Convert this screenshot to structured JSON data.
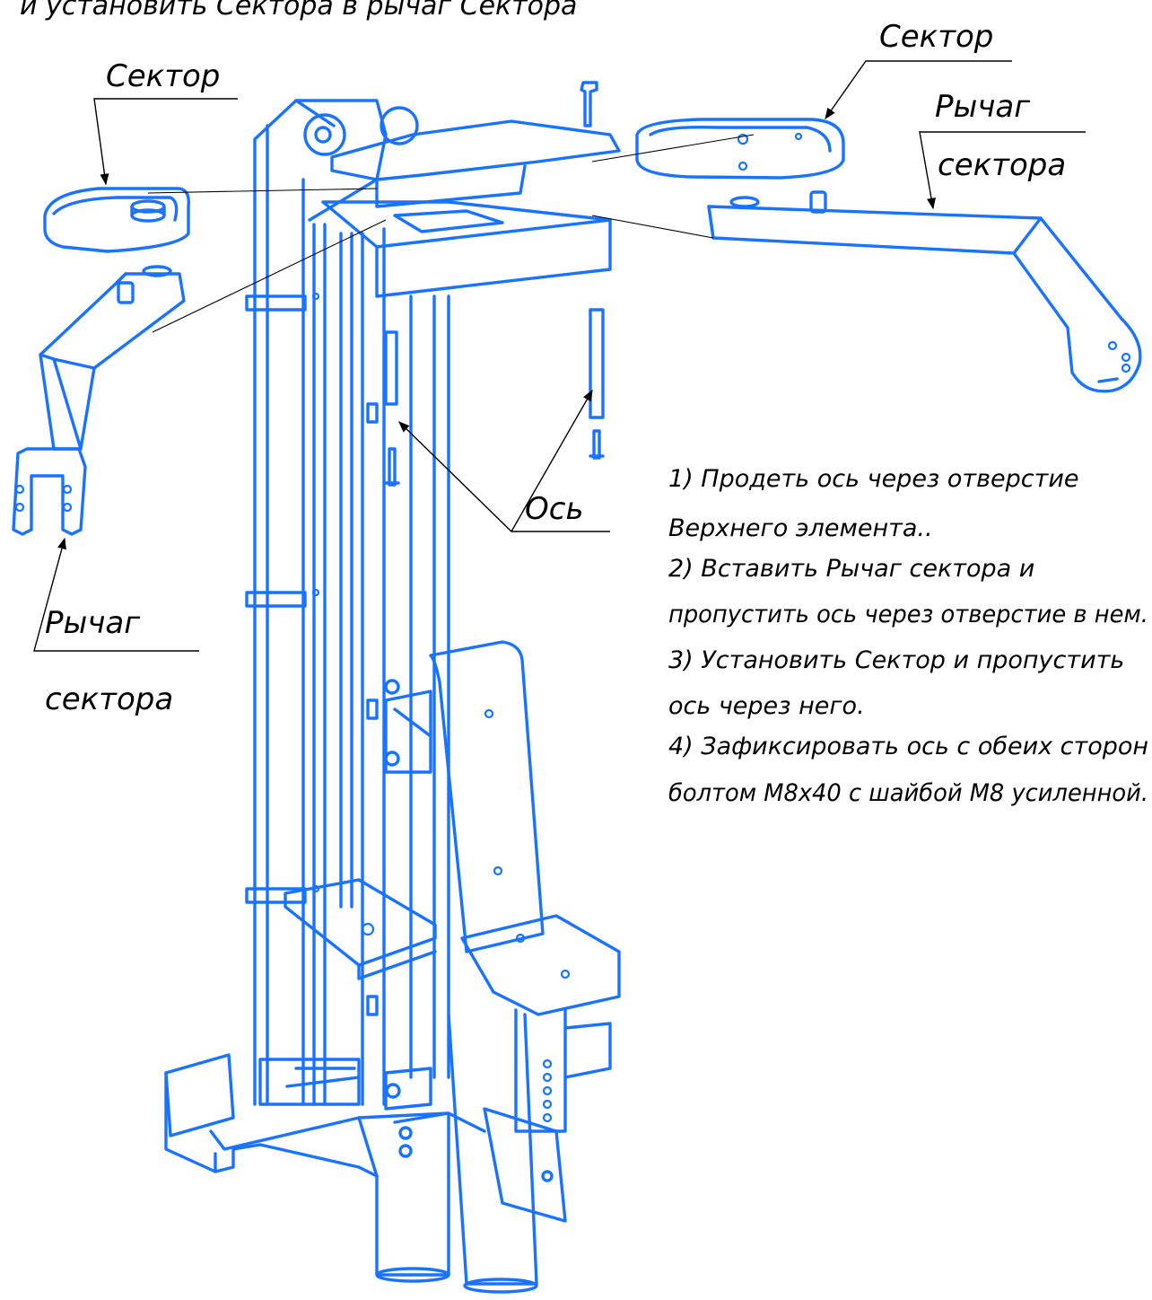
{
  "title": "и установить Сектора в рычаг Сектора",
  "labels": {
    "sector_left": "Сектор",
    "sector_right": "Сектор",
    "lever_right_line1": "Рычаг",
    "lever_right_line2": "сектора",
    "lever_left_line1": "Рычаг",
    "lever_left_line2": "сектора",
    "axle": "Ось"
  },
  "instructions": [
    "1) Продеть ось через отверстие",
    "Верхнего элемента..",
    "2) Вставить Рычаг сектора и",
    "пропустить ось через отверстие в нем.",
    "3) Установить Сектор и пропустить",
    "ось через него.",
    "4) Зафиксировать ось с обеих сторон",
    "болтом М8х40 с шайбой М8 усиленной."
  ],
  "colors": {
    "line": "#1a73ff",
    "text": "#000000",
    "background": "#ffffff"
  }
}
